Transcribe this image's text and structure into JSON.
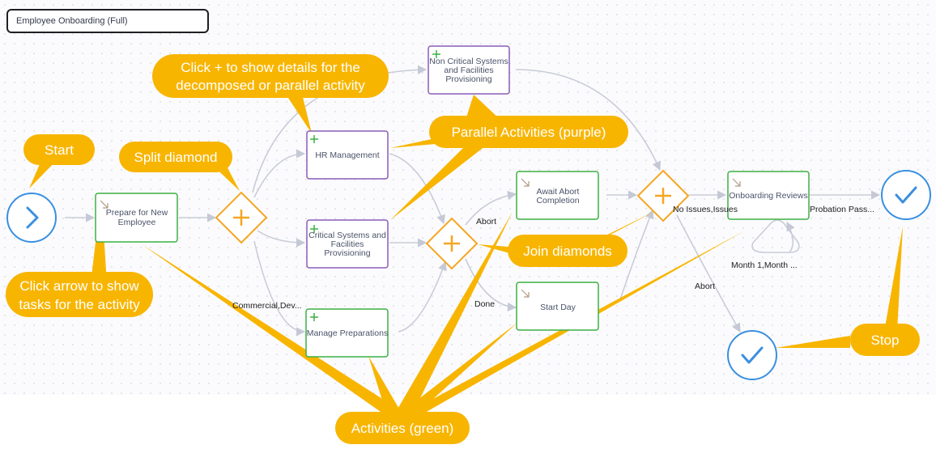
{
  "process_title": "Employee Onboarding (Full)",
  "nodes": {
    "prepare": "Prepare for New Employee",
    "hr": "HR Management",
    "critical": "Critical Systems and Facilities Provisioning",
    "noncritical": "Non Critical Systems and Facilities Provisioning",
    "manage": "Manage Preparations",
    "await": "Await Abort Completion",
    "startday": "Start Day",
    "reviews": "Onboarding Reviews"
  },
  "edge_labels": {
    "abort1": "Abort",
    "done": "Done",
    "commercial": "Commercial,Dev...",
    "noissues": "No Issues,Issues",
    "abort2": "Abort",
    "probation": "Probation Pass...",
    "month": "Month 1,Month ..."
  },
  "callouts": {
    "start": "Start",
    "split": "Split diamond",
    "plus_line1": "Click + to show details for the",
    "plus_line2": "decomposed or parallel activity",
    "parallel": "Parallel Activities (purple)",
    "join": "Join diamonds",
    "arrow_line1": "Click arrow to show",
    "arrow_line2": "tasks for the activity",
    "stop": "Stop",
    "activities": "Activities (green)"
  },
  "colors": {
    "activity_border": "#3cb043",
    "parallel_border": "#8a5cb8",
    "diamond": "#f5a623",
    "endpoint": "#3a8fe0",
    "callout": "#f8b500",
    "edge": "#c5c9d6"
  }
}
